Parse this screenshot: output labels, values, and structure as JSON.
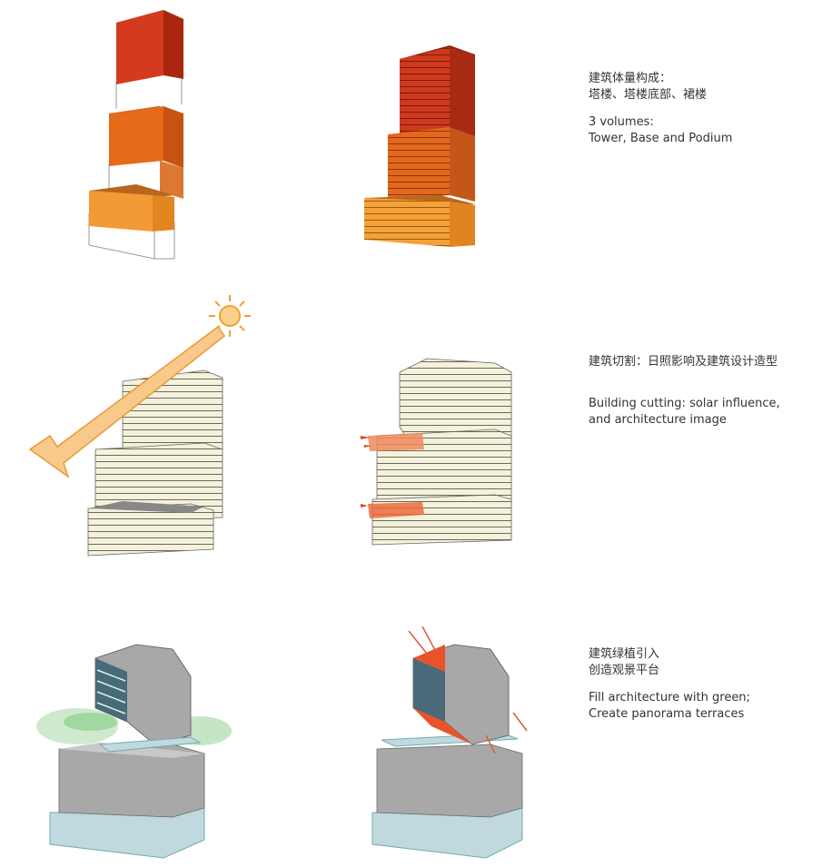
{
  "rows": [
    {
      "zh": "建筑体量构成：\n塔楼、塔楼底部、裙楼",
      "en": "3 volumes:\nTower, Base and Podium"
    },
    {
      "zh": "建筑切割：日照影响及建筑设计造型",
      "en": "Building cutting: solar influence,\nand architecture image"
    },
    {
      "zh": "建筑绿植引入\n创造观景平台",
      "en": "Fill architecture with green;\nCreate panorama terraces"
    }
  ],
  "colors": {
    "tower": "#c8341a",
    "base": "#e06a1c",
    "podium": "#f2a23a",
    "cream": "#f4f1dc",
    "gray": "#b3b3b3",
    "green": "#3cab3a",
    "glass": "#9fd2e0",
    "arrow": "#f6b86e"
  }
}
